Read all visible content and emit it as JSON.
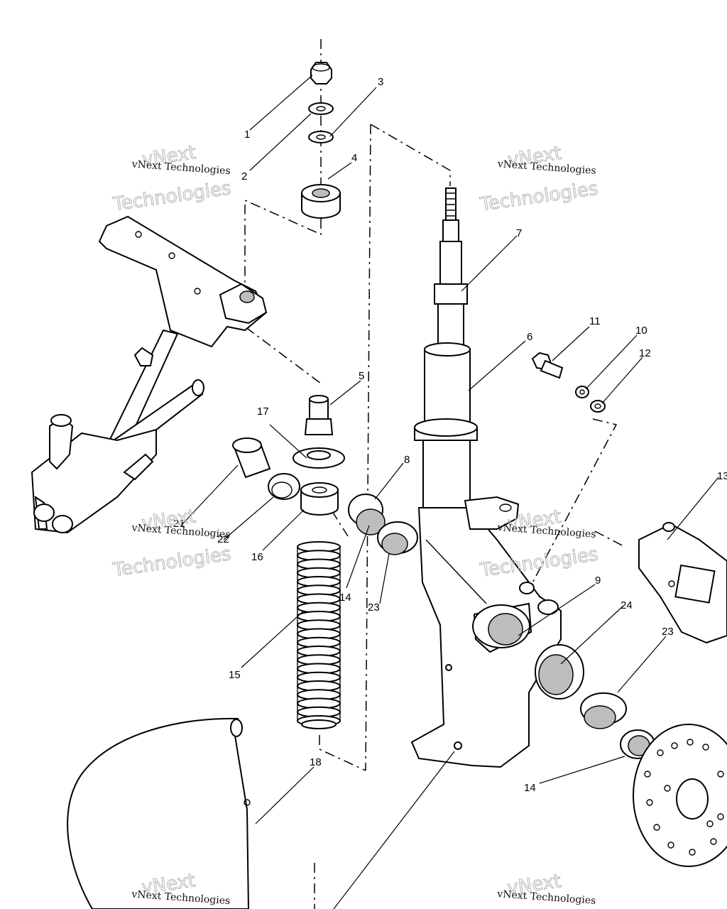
{
  "watermark": {
    "brand": "vNext",
    "small": "vNext Technologies",
    "large": "Technologies"
  },
  "callouts": {
    "c1": "1",
    "c2": "2",
    "c3": "3",
    "c4": "4",
    "c5": "5",
    "c6": "6",
    "c7": "7",
    "c8": "8",
    "c9": "9",
    "c10": "10",
    "c11": "11",
    "c12": "12",
    "c13": "13",
    "c14a": "14",
    "c14b": "14",
    "c15": "15",
    "c16": "16",
    "c17": "17",
    "c18": "18",
    "c21": "21",
    "c22": "22",
    "c23a": "23",
    "c23b": "23",
    "c24": "24"
  }
}
